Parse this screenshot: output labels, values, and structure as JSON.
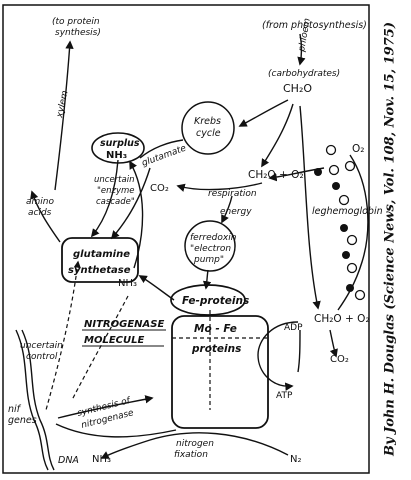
{
  "labels": {
    "to_protein_1": "(to protein",
    "to_protein_2": "synthesis)",
    "from_photo": "(from photosynthesis)",
    "phloem": "phloem",
    "xylem": "xylem",
    "carbohydrates": "(carbohydrates)",
    "ch2o_top": "CH₂O",
    "krebs_1": "Krebs",
    "krebs_2": "cycle",
    "surplus_1": "surplus",
    "surplus_2": "NH₃",
    "uncertain_1": "uncertain",
    "uncertain_2": "\"enzyme",
    "uncertain_3": "cascade\"",
    "glutamate": "glutamate",
    "amino_1": "amino",
    "amino_2": "acids",
    "glutamine_1": "glutamine",
    "glutamine_2": "synthetase",
    "ch2o_o2_mid": "CH₂O + O₂",
    "o2_right": "O₂",
    "co2_left": "CO₂",
    "respiration": "respiration",
    "energy": "energy",
    "leghemoglobin": "leghemoglobin",
    "ferredoxin_1": "ferredoxin",
    "ferredoxin_2": "\"electron",
    "ferredoxin_3": "pump\"",
    "fe_proteins": "Fe-proteins",
    "nh3_mid": "NH₃",
    "uncertain_control_1": "uncertain",
    "uncertain_control_2": "control",
    "nitrogenase": "NITROGENASE",
    "molecule": "MOLECULE",
    "mo_fe": "Mo - Fe",
    "proteins": "proteins",
    "adp": "ADP",
    "atp": "ATP",
    "ch2o_o2_low": "CH₂O + O₂",
    "co2_low": "CO₂",
    "nif_1": "nif",
    "nif_2": "genes",
    "synthesis_1": "synthesis of",
    "synthesis_2": "nitrogenase",
    "dna": "DNA",
    "nh3_bottom": "NH₃",
    "fixation_1": "nitrogen",
    "fixation_2": "fixation",
    "n2": "N₂"
  },
  "byline": "By John H. Douglas (Science News, Vol. 108, Nov. 15, 1975)"
}
